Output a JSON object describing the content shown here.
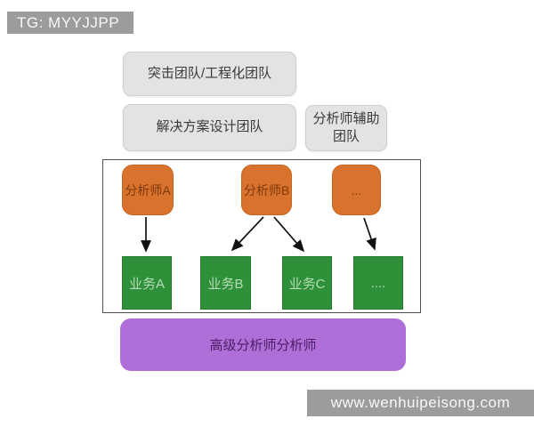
{
  "overlays": {
    "tg_badge": "TG: MYYJJPP",
    "watermark": "www.wenhuipeisong.com"
  },
  "diagram": {
    "teams": [
      {
        "label": "突击团队/工程化团队"
      },
      {
        "label": "解决方案设计团队"
      },
      {
        "label": "分析师辅助团队"
      }
    ],
    "analysts": [
      {
        "label": "分析师A"
      },
      {
        "label": "分析师B"
      },
      {
        "label": "..."
      }
    ],
    "businesses": [
      {
        "label": "业务A"
      },
      {
        "label": "业务B"
      },
      {
        "label": "业务C"
      },
      {
        "label": "...."
      }
    ],
    "senior": {
      "label": "高级分析师分析师"
    },
    "edges": [
      {
        "from": "分析师A",
        "to": "业务A"
      },
      {
        "from": "分析师B",
        "to": "业务B"
      },
      {
        "from": "分析师B",
        "to": "业务C"
      },
      {
        "from": "...",
        "to": "...."
      }
    ],
    "colors": {
      "team_box_bg": "#e3e3e3",
      "analyst_box_bg": "#d9722c",
      "business_box_bg": "#2e9039",
      "senior_box_bg": "#b06fd8",
      "banner_bg": "#9c9c9c",
      "banner_text": "#f7f7f7",
      "arrow": "#111111",
      "frame_border": "#4f4f4f"
    }
  }
}
